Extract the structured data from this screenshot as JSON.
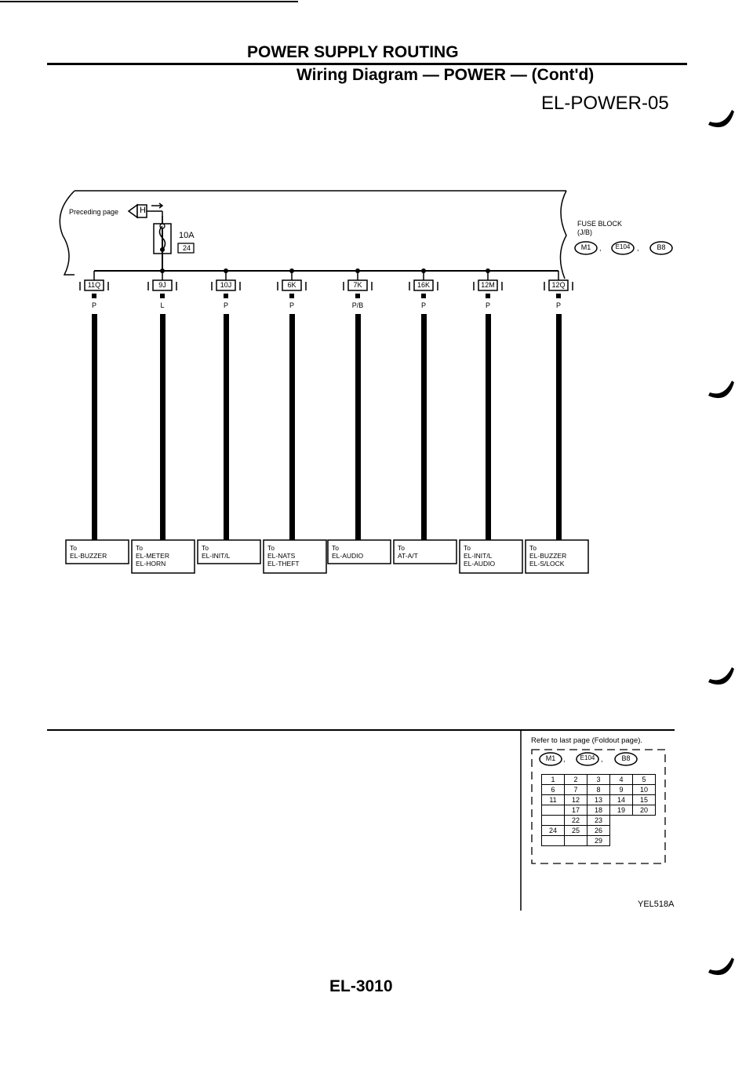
{
  "header": {
    "section_title": "POWER SUPPLY ROUTING",
    "subtitle": "Wiring Diagram — POWER — (Cont'd)",
    "diagram_code": "EL-POWER-05"
  },
  "fuse_block": {
    "preceding_label": "Preceding page",
    "connector_ref": "H",
    "fuse_rating": "10A",
    "fuse_number": "24",
    "block_name": "FUSE BLOCK",
    "block_sub": "(J/B)",
    "connectors": [
      "M1",
      "E104",
      "B8"
    ]
  },
  "terminals": [
    {
      "id": "11Q",
      "color": "P",
      "dest": [
        "To",
        "EL-BUZZER"
      ]
    },
    {
      "id": "9J",
      "color": "L",
      "dest": [
        "To",
        "EL-METER",
        "EL-HORN"
      ]
    },
    {
      "id": "10J",
      "color": "P",
      "dest": [
        "To",
        "EL-INIT/L"
      ]
    },
    {
      "id": "6K",
      "color": "P",
      "dest": [
        "To",
        "EL-NATS",
        "EL-THEFT"
      ]
    },
    {
      "id": "7K",
      "color": "P/B",
      "dest": [
        "To",
        "EL-AUDIO"
      ]
    },
    {
      "id": "16K",
      "color": "P",
      "dest": [
        "To",
        "AT-A/T"
      ]
    },
    {
      "id": "12M",
      "color": "P",
      "dest": [
        "To",
        "EL-INIT/L",
        "EL-AUDIO"
      ]
    },
    {
      "id": "12Q",
      "color": "P",
      "dest": [
        "To",
        "EL-BUZZER",
        "EL-S/LOCK"
      ]
    }
  ],
  "connector_ref": {
    "note": "Refer to last page (Foldout page).",
    "connectors": [
      "M1",
      "E104",
      "B8"
    ],
    "pin_rows": [
      [
        "1",
        "2",
        "3",
        "4",
        "5"
      ],
      [
        "6",
        "7",
        "8",
        "9",
        "10"
      ],
      [
        "11",
        "12",
        "13",
        "14",
        "15"
      ],
      [
        "",
        "17",
        "18",
        "19",
        "20"
      ],
      [
        "",
        "22",
        "23",
        "",
        ""
      ],
      [
        "24",
        "25",
        "26",
        "",
        ""
      ],
      [
        "",
        "",
        "29",
        "",
        ""
      ]
    ]
  },
  "figure_id": "YEL518A",
  "page_number": "EL-3010"
}
